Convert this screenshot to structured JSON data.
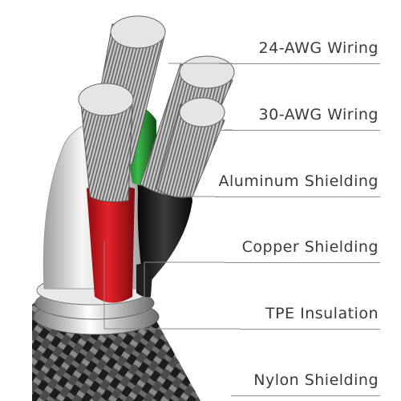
{
  "labels": {
    "l1": "24-AWG Wiring",
    "l2": "30-AWG Wiring",
    "l3": "Aluminum Shielding",
    "l4": "Copper Shielding",
    "l5": "TPE Insulation",
    "l6": "Nylon Shielding"
  },
  "colors": {
    "text": "#3a3a3a",
    "leader_line": "#8a8a8a",
    "red_wire": "#d8141c",
    "green_wire": "#2e9a3a",
    "black_wire": "#1b1b1b",
    "aluminum": "#d9d9d9",
    "braid": "#2a2a2a"
  }
}
